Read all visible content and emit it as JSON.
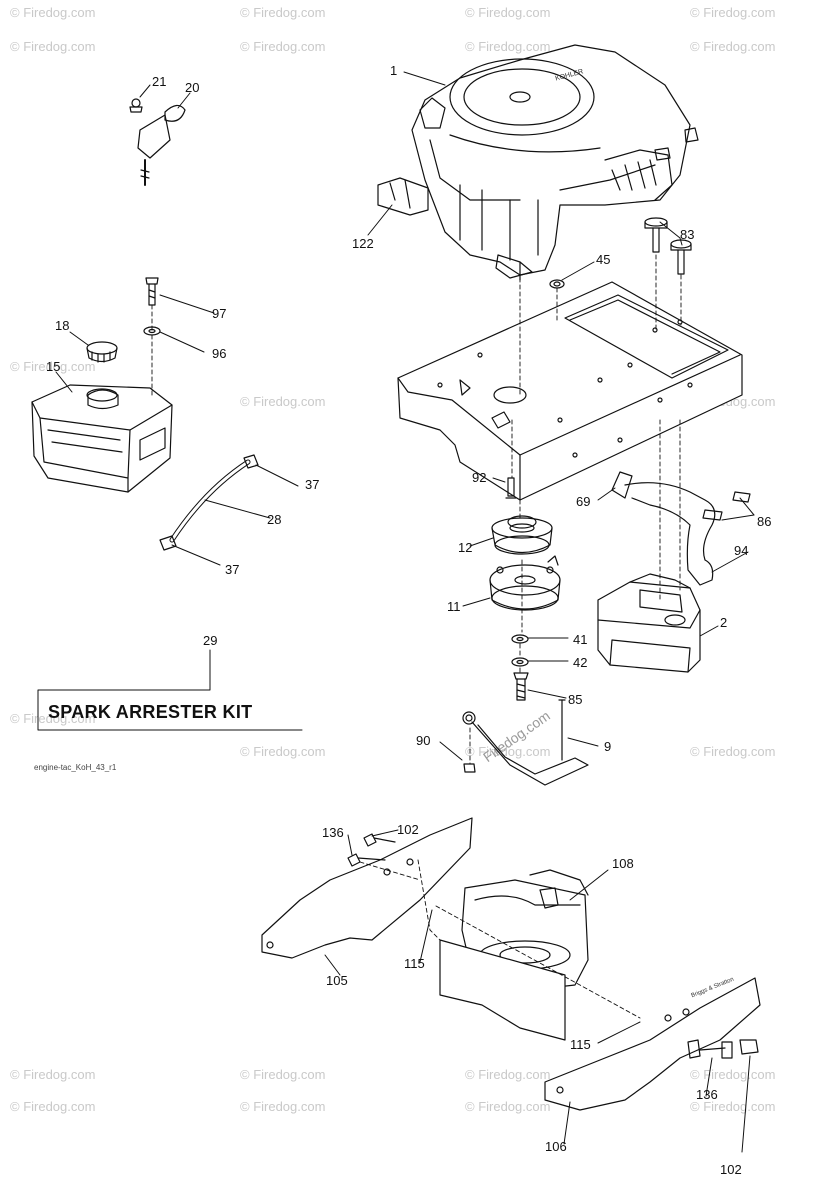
{
  "watermark_text": "© Firedog.com",
  "watermark_center": "Firedog.com",
  "title_box": {
    "text": "SPARK ARRESTER KIT"
  },
  "caption": "engine-tac_KoH_43_r1",
  "stamps": {
    "engine_top": "KOHLER",
    "frame_plate": "Briggs & Stratton"
  },
  "labels": {
    "l1": "1",
    "l21": "21",
    "l20": "20",
    "l122": "122",
    "l83": "83",
    "l45": "45",
    "l97": "97",
    "l18": "18",
    "l96": "96",
    "l15": "15",
    "l92": "92",
    "l69": "69",
    "l86": "86",
    "l37a": "37",
    "l28": "28",
    "l12": "12",
    "l94": "94",
    "l37b": "37",
    "l11": "11",
    "l2": "2",
    "l41": "41",
    "l42": "42",
    "l29": "29",
    "l85": "85",
    "l90": "90",
    "l9": "9",
    "l136a": "136",
    "l102a": "102",
    "l108": "108",
    "l115a": "115",
    "l105": "105",
    "l115b": "115",
    "l136b": "136",
    "l106": "106",
    "l102b": "102"
  }
}
